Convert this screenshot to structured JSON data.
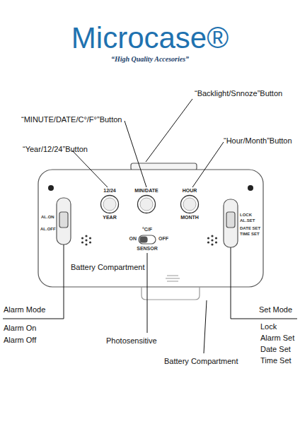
{
  "diagram": {
    "title": "Microcase®",
    "nodes": [
      {
        "text": [
          "12/24",
          "YEAR"
        ]
      },
      {
        "text": [
          "MIN/DATE"
        ]
      },
      {
        "text": [
          "HOUR",
          "MONTH"
        ]
      }
    ],
    "labels": [
      "“High Quality Accesories”",
      "“Backlight/Snnoze”Button",
      "“MINUTE/DATE/C°/F°”Button",
      "“Year/12/24”Button",
      "“Hour/Month”Button",
      "AL.ON",
      "AL.OFF",
      "°C/F",
      "ON",
      "OFF",
      "SENSOR",
      "LOCK",
      "AL.SET",
      "DATE SET",
      "TIME SET",
      "Battery Compartment",
      "Alarm Mode",
      "Alarm On",
      "Alarm Off",
      "Photosensitive",
      "Battery Compartment",
      "Set Mode",
      "Lock",
      "Alarm Set",
      "Date Set",
      "Time Set"
    ]
  }
}
